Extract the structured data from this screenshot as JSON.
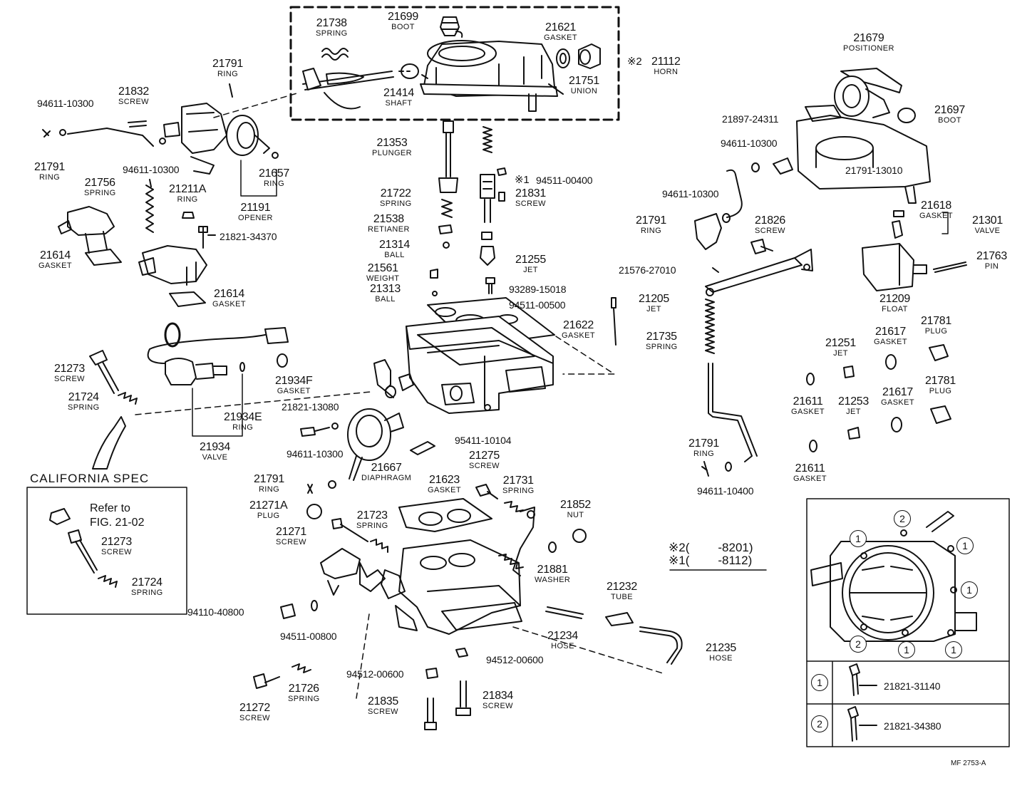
{
  "diagram": {
    "parts": {
      "p21738": {
        "number": "21738",
        "name": "SPRING"
      },
      "p21699": {
        "number": "21699",
        "name": "BOOT"
      },
      "p21621": {
        "number": "21621",
        "name": "GASKET"
      },
      "p21112": {
        "number": "21112",
        "name": "HORN"
      },
      "p21751": {
        "number": "21751",
        "name": "UNION"
      },
      "p21414": {
        "number": "21414",
        "name": "SHAFT"
      },
      "p21791a": {
        "number": "21791",
        "name": "RING"
      },
      "p21832": {
        "number": "21832",
        "name": "SCREW"
      },
      "p21791b": {
        "number": "21791",
        "name": "RING"
      },
      "p21657": {
        "number": "21657",
        "name": "RING"
      },
      "p21191": {
        "number": "21191",
        "name": "OPENER"
      },
      "p21756": {
        "number": "21756",
        "name": "SPRING"
      },
      "p21211a": {
        "number": "21211A",
        "name": "RING"
      },
      "p21614a": {
        "number": "21614",
        "name": "GASKET"
      },
      "p21614b": {
        "number": "21614",
        "name": "GASKET"
      },
      "p21353": {
        "number": "21353",
        "name": "PLUNGER"
      },
      "p21722": {
        "number": "21722",
        "name": "SPRING"
      },
      "p21831": {
        "number": "21831",
        "name": "SCREW"
      },
      "p21538": {
        "number": "21538",
        "name": "RETIANER"
      },
      "p21314": {
        "number": "21314",
        "name": "BALL"
      },
      "p21255": {
        "number": "21255",
        "name": "JET"
      },
      "p21561": {
        "number": "21561",
        "name": "WEIGHT"
      },
      "p21313": {
        "number": "21313",
        "name": "BALL"
      },
      "p21622": {
        "number": "21622",
        "name": "GASKET"
      },
      "p21273a": {
        "number": "21273",
        "name": "SCREW"
      },
      "p21724a": {
        "number": "21724",
        "name": "SPRING"
      },
      "p21934f": {
        "number": "21934F",
        "name": "GASKET"
      },
      "p21934e": {
        "number": "21934E",
        "name": "RING"
      },
      "p21934": {
        "number": "21934",
        "name": "VALVE"
      },
      "p21667": {
        "number": "21667",
        "name": "DIAPHRAGM"
      },
      "p21791c": {
        "number": "21791",
        "name": "RING"
      },
      "p21271a": {
        "number": "21271A",
        "name": "PLUG"
      },
      "p21271": {
        "number": "21271",
        "name": "SCREW"
      },
      "p21623": {
        "number": "21623",
        "name": "GASKET"
      },
      "p21275": {
        "number": "21275",
        "name": "SCREW"
      },
      "p21731": {
        "number": "21731",
        "name": "SPRING"
      },
      "p21723": {
        "number": "21723",
        "name": "SPRING"
      },
      "p21852": {
        "number": "21852",
        "name": "NUT"
      },
      "p21881": {
        "number": "21881",
        "name": "WASHER"
      },
      "p21232": {
        "number": "21232",
        "name": "TUBE"
      },
      "p21234": {
        "number": "21234",
        "name": "HOSE"
      },
      "p21235": {
        "number": "21235",
        "name": "HOSE"
      },
      "p21726": {
        "number": "21726",
        "name": "SPRING"
      },
      "p21272": {
        "number": "21272",
        "name": "SCREW"
      },
      "p21835": {
        "number": "21835",
        "name": "SCREW"
      },
      "p21834": {
        "number": "21834",
        "name": "SCREW"
      },
      "p21679": {
        "number": "21679",
        "name": "POSITIONER"
      },
      "p21697": {
        "number": "21697",
        "name": "BOOT"
      },
      "p21791d": {
        "number": "21791",
        "name": "RING"
      },
      "p21826": {
        "number": "21826",
        "name": "SCREW"
      },
      "p21618": {
        "number": "21618",
        "name": "GASKET"
      },
      "p21301": {
        "number": "21301",
        "name": "VALVE"
      },
      "p21763": {
        "number": "21763",
        "name": "PIN"
      },
      "p21205": {
        "number": "21205",
        "name": "JET"
      },
      "p21209": {
        "number": "21209",
        "name": "FLOAT"
      },
      "p21735": {
        "number": "21735",
        "name": "SPRING"
      },
      "p21251": {
        "number": "21251",
        "name": "JET"
      },
      "p21617a": {
        "number": "21617",
        "name": "GASKET"
      },
      "p21781a": {
        "number": "21781",
        "name": "PLUG"
      },
      "p21611a": {
        "number": "21611",
        "name": "GASKET"
      },
      "p21253": {
        "number": "21253",
        "name": "JET"
      },
      "p21617b": {
        "number": "21617",
        "name": "GASKET"
      },
      "p21781b": {
        "number": "21781",
        "name": "PLUG"
      },
      "p21611b": {
        "number": "21611",
        "name": "GASKET"
      },
      "p21791e": {
        "number": "21791",
        "name": "RING"
      }
    },
    "part_numbers": {
      "n1": "94611-10300",
      "n2": "94611-10300",
      "n3": "21821-34370",
      "n4": "94511-00400",
      "n5": "93289-15018",
      "n6": "94511-00500",
      "n7": "21821-13080",
      "n8": "95411-10104",
      "n9": "94611-10300",
      "n10": "94110-40800",
      "n11": "94511-00800",
      "n12": "94512-00600",
      "n13": "94512-00600",
      "n14": "21897-24311",
      "n15": "94611-10300",
      "n16": "21791-13010",
      "n17": "94611-10300",
      "n18": "21576-27010",
      "n19": "94611-10400"
    },
    "markers": {
      "horn_mark": "※2",
      "jet_mark": "※1"
    },
    "california": {
      "title": "CALIFORNIA SPEC",
      "refer_line1": "Refer to",
      "refer_line2": "FIG. 21-02"
    },
    "notes": {
      "note2_mark": "※2(",
      "note2_val": "-8201)",
      "note1_mark": "※1(",
      "note1_val": "-8112)"
    },
    "inset": {
      "circle1": "1",
      "circle2": "2",
      "legend1": "21821-31140",
      "legend2": "21821-34380"
    },
    "footer": {
      "code": "MF  2753-A"
    }
  }
}
